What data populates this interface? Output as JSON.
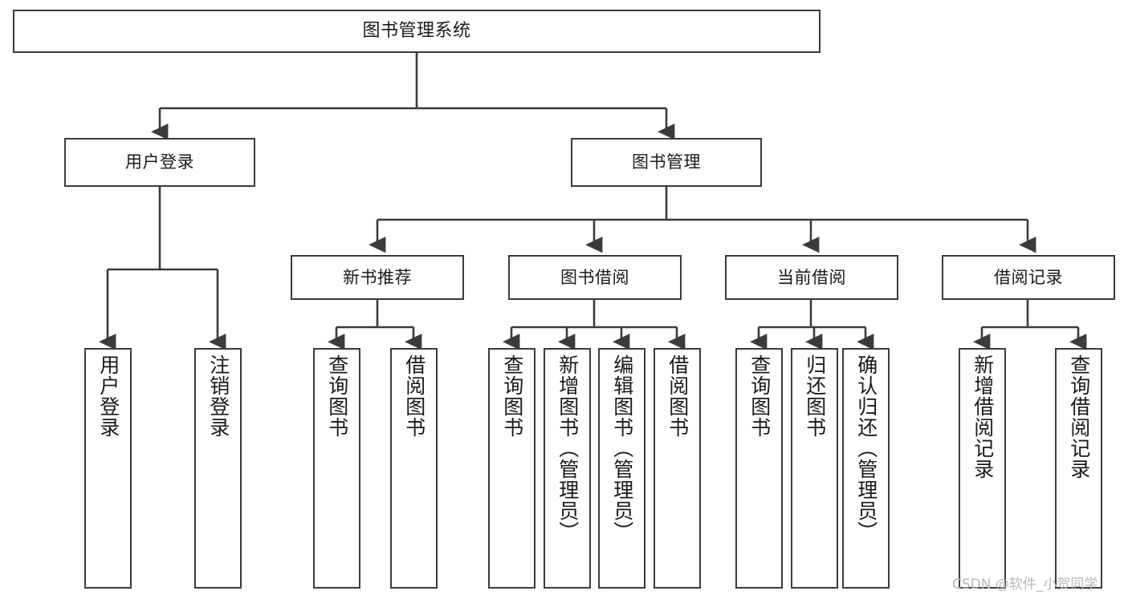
{
  "diagram": {
    "title": "图书管理系统",
    "watermark": "CSDN @软件_小贺同学",
    "line_color": "#3b3b3b",
    "box_fill": "#ffffff",
    "text_color": "#1a1a1a",
    "watermark_color": "#b8b8b8"
  },
  "nodes": {
    "root": {
      "label": "图书管理系统"
    },
    "level1": [
      {
        "label": "用户登录"
      },
      {
        "label": "图书管理"
      }
    ],
    "level2": [
      {
        "label": "新书推荐"
      },
      {
        "label": "图书借阅"
      },
      {
        "label": "当前借阅"
      },
      {
        "label": "借阅记录"
      }
    ],
    "leaves": {
      "user_login": [
        {
          "label": "用户登录"
        },
        {
          "label": "注销登录"
        }
      ],
      "new_book_recommend": [
        {
          "label": "查询图书"
        },
        {
          "label": "借阅图书"
        }
      ],
      "book_borrow": [
        {
          "label": "查询图书"
        },
        {
          "label": "新增图书（管理员）"
        },
        {
          "label": "编辑图书（管理员）"
        },
        {
          "label": "借阅图书"
        }
      ],
      "current_borrow": [
        {
          "label": "查询图书"
        },
        {
          "label": "归还图书"
        },
        {
          "label": "确认归还（管理员）"
        }
      ],
      "borrow_record": [
        {
          "label": "新增借阅记录"
        },
        {
          "label": "查询借阅记录"
        }
      ]
    }
  }
}
